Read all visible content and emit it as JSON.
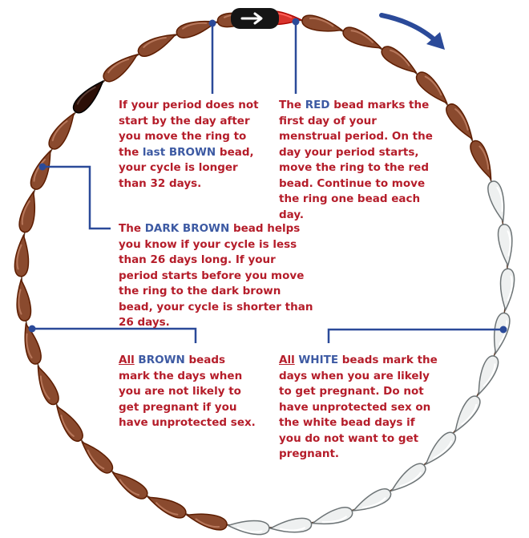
{
  "labels": {
    "brown_limit": {
      "p1": "If your period does not start by the day after you move the ring to the ",
      "kw1": "last",
      "p2": " ",
      "kw2": "BROWN",
      "p3": " bead, your cycle is longer than 32 days."
    },
    "red": {
      "p1": "The ",
      "kw1": "RED",
      "p2": " bead marks the first day of your menstrual period. On the day your period starts, move the ring to the red bead. Continue to move the ring one bead each day."
    },
    "dark_brown": {
      "p1": "The ",
      "kw1": "DARK BROWN",
      "p2": " bead helps you know if your cycle is less than 26 days long. If your period starts before you move the ring to the dark brown bead, your cycle is shorter than 26 days."
    },
    "all_brown": {
      "all": "All",
      "kw1": "BROWN",
      "p1": " beads mark the days when you are not likely to get pregnant if you have unprotected sex."
    },
    "all_white": {
      "all": "All",
      "kw1": "WHITE",
      "p1": " beads mark the days when you are likely to get pregnant. Do not have unprotected sex on the white bead days if you do not want to get pregnant."
    }
  },
  "beads": {
    "sequence": [
      "red",
      "brown",
      "brown",
      "brown",
      "brown",
      "brown",
      "brown",
      "white",
      "white",
      "white",
      "white",
      "white",
      "white",
      "white",
      "white",
      "white",
      "white",
      "white",
      "white",
      "brown",
      "brown",
      "brown",
      "brown",
      "brown",
      "brown",
      "brown",
      "brown",
      "brown",
      "brown",
      "brown",
      "brown",
      "dark-brown",
      "brown",
      "brown",
      "brown",
      "brown"
    ],
    "colors": {
      "red": "#d8332c",
      "brown": "#8a4a2e",
      "dark-brown": "#2c0f07",
      "white": "#eef0f0",
      "ring": "#1b1b1b",
      "arrow": "#2b4a99",
      "leader": "#2b4a99",
      "text": "#b51d2a",
      "keyword": "#3d5aa3"
    }
  }
}
